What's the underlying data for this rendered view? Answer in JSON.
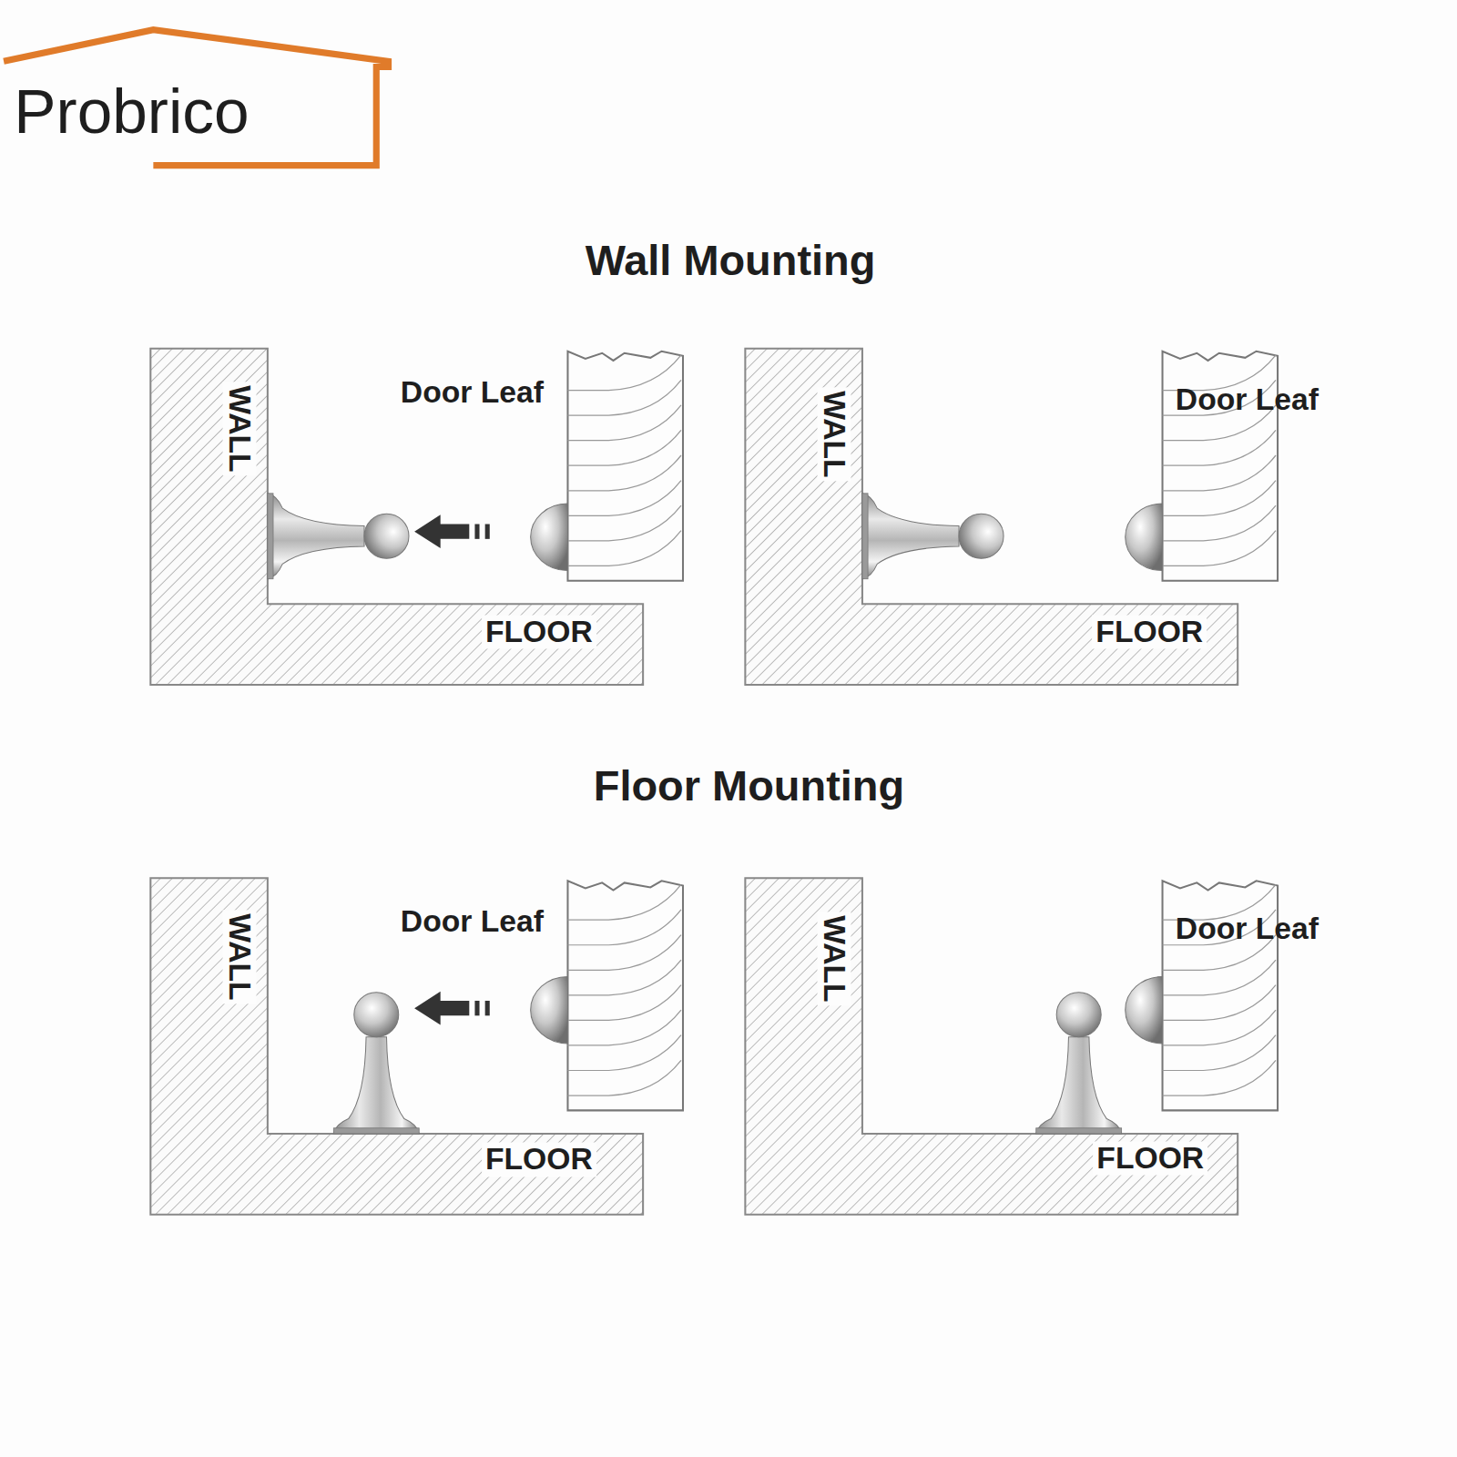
{
  "diagram": {
    "labels": [
      "Probrico",
      "Wall Mounting",
      "WALL",
      "Door Leaf",
      "FLOOR",
      "WALL",
      "Door Leaf",
      "FLOOR",
      "Floor Mounting",
      "WALL",
      "Door Leaf",
      "FLOOR",
      "WALL",
      "Door Leaf",
      "FLOOR"
    ]
  }
}
